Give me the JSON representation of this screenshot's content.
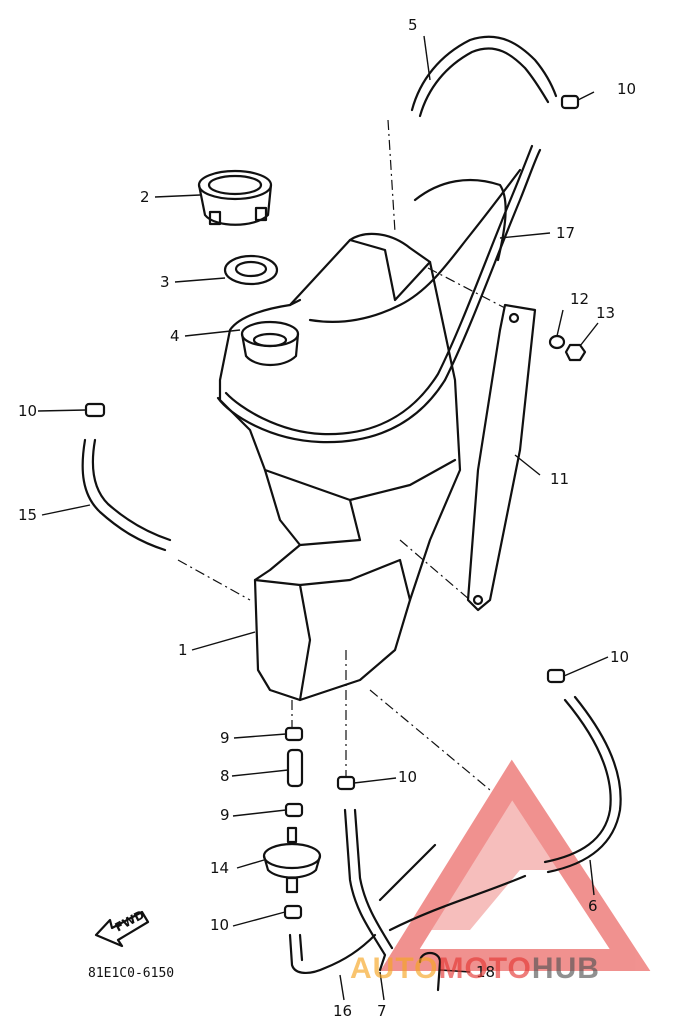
{
  "diagram": {
    "part_labels": [
      "1",
      "2",
      "3",
      "4",
      "5",
      "6",
      "7",
      "8",
      "9",
      "9",
      "10",
      "10",
      "10",
      "10",
      "10",
      "11",
      "12",
      "13",
      "14",
      "15",
      "16",
      "17",
      "18"
    ],
    "diagram_code": "81E1C0-6150",
    "fwd_label": "FWD",
    "watermark": {
      "part1": "AUTO",
      "part2": "MOTO",
      "part3": "HUB"
    },
    "colors": {
      "line": "#111111",
      "watermark_red": "#e53935",
      "watermark_gray": "#555555",
      "watermark_orange": "#f6a623"
    }
  }
}
